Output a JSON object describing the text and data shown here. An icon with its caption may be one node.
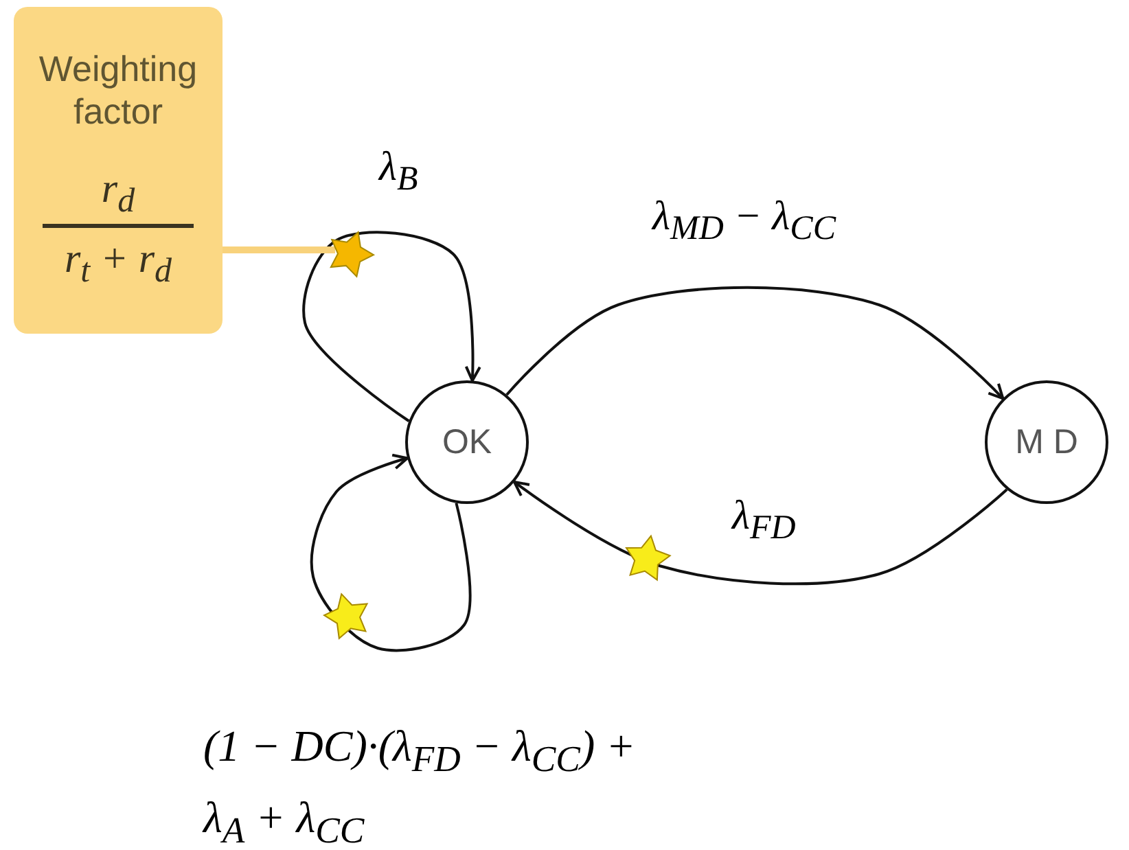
{
  "diagram": {
    "nodes": [
      {
        "text": [
          "Weighting factor",
          "r$_{d}$",
          "r$_{t}$ + r$_{d}$"
        ]
      },
      {
        "text": [
          "OK"
        ]
      },
      {
        "text": [
          "M D"
        ]
      }
    ],
    "edges": [
      {
        "from": 1,
        "to": 1,
        "arrow": "to",
        "label": "λ$_{B}$"
      },
      {
        "from": 1,
        "to": 2,
        "arrow": "to",
        "label": "λ$_{MD}$ − λ$_{CC}$"
      },
      {
        "from": 2,
        "to": 1,
        "arrow": "to",
        "label": "λ$_{FD}$"
      },
      {
        "from": 1,
        "to": 1,
        "arrow": "to",
        "label": "(1 − DC)·(λ$_{FD}$ − λ$_{CC}$) + λ$_{A}$ + λ$_{CC}$"
      },
      {
        "from": 0,
        "to": null,
        "arrow": "none",
        "color": "#f8d27c",
        "style": "thick"
      }
    ]
  }
}
